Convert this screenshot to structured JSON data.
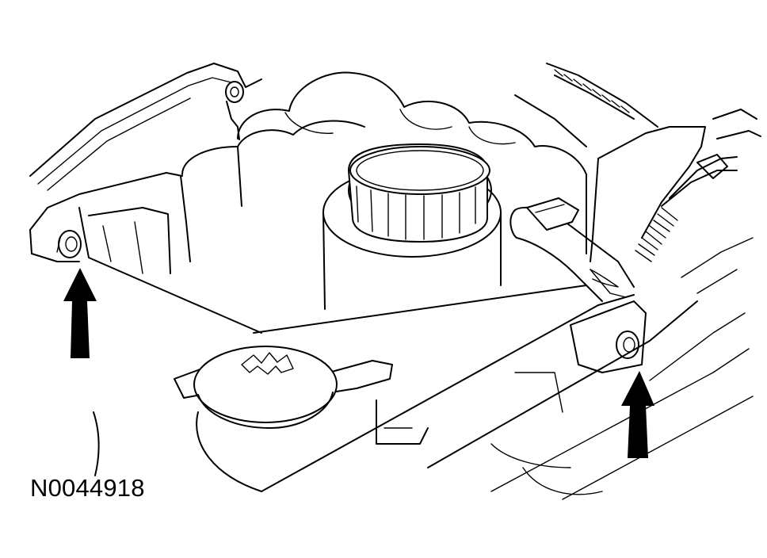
{
  "figure": {
    "label": "N0044918",
    "arrows": [
      {
        "name": "left-fastener",
        "direction": "up"
      },
      {
        "name": "right-fastener",
        "direction": "up"
      }
    ],
    "colors": {
      "line": "#000000",
      "background": "#ffffff"
    }
  }
}
